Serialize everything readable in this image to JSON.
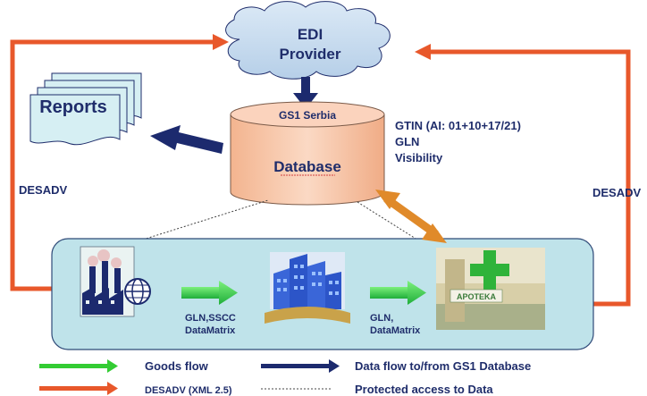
{
  "edi_provider": {
    "line1": "EDI",
    "line2": "Provider"
  },
  "reports": {
    "label": "Reports"
  },
  "database": {
    "org": "GS1 Serbia",
    "label": "Database"
  },
  "db_info": {
    "line1": "GTIN (AI: 01+10+17/21)",
    "line2": "GLN",
    "line3": "Visibility"
  },
  "desadv_left": "DESADV",
  "desadv_right": "DESADV",
  "flow_labels": {
    "left_line1": "GLN,SSCC",
    "left_line2": "DataMatrix",
    "right_line1": "GLN,",
    "right_line2": "DataMatrix"
  },
  "pharmacy_sign": "APOTEKA",
  "legend": {
    "goods_flow": "Goods flow",
    "data_flow": "Data flow to/from  GS1 Database",
    "desadv": "DESADV (XML 2.5)",
    "protected": "Protected access to Data"
  },
  "colors": {
    "text": "#1f2d6b",
    "red_arrow": "#e8582b",
    "green_arrow": "#33cc33",
    "navy_arrow": "#1c2a6e",
    "orange_arrow": "#e08a2a",
    "panel": "#bfe3ea",
    "cloud": "#c6dcef",
    "database": "#f6c6a8"
  }
}
